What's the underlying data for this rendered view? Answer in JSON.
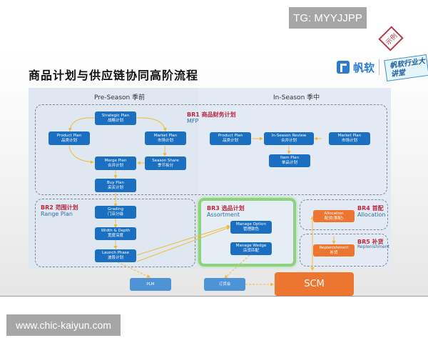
{
  "watermarks": {
    "top": "TG: MYYJJPP",
    "bottom": "www.chic-kaiyun.com"
  },
  "slide": {
    "title": "商品计划与供应链协同高阶流程",
    "logo": {
      "brand": "帆软",
      "lecture_badge": "帆软行业大讲堂",
      "stamp": "示例"
    }
  },
  "seasons": {
    "pre": "Pre-Season 季前",
    "in": "In-Season 季中"
  },
  "regions": {
    "br1": {
      "title": "BR1 商品财务计划",
      "sub": "MFP"
    },
    "br2": {
      "title": "BR2 范围计划",
      "sub": "Range Plan"
    },
    "br3": {
      "title": "BR3 选品计划",
      "sub": "Assortment"
    },
    "br4": {
      "title": "BR4 首配",
      "sub": "Allocation"
    },
    "br5": {
      "title": "BR5 补货",
      "sub": "Replenishment"
    }
  },
  "nodes": {
    "strategic_plan": {
      "en": "Strategic Plan",
      "zh": "战略计划"
    },
    "product_plan_pre": {
      "en": "Product Plan",
      "zh": "品类计划"
    },
    "market_plan_pre": {
      "en": "Market Plan",
      "zh": "市场计划"
    },
    "merge_plan": {
      "en": "Merge Plan",
      "zh": "合并计划"
    },
    "season_share": {
      "en": "Season Share",
      "zh": "季节拆分"
    },
    "buy_plan": {
      "en": "Buy Plan",
      "zh": "采买计划"
    },
    "product_plan_in": {
      "en": "Product Plan",
      "zh": "品类计划"
    },
    "inseason_review": {
      "en": "In-Season Review",
      "zh": "合并计划"
    },
    "market_plan_in": {
      "en": "Market Plan",
      "zh": "市场计划"
    },
    "item_plan": {
      "en": "Item Plan",
      "zh": "单品计划"
    },
    "grading": {
      "en": "Grading",
      "zh": "门店分级"
    },
    "width_depth": {
      "en": "Width & Depth",
      "zh": "宽度深度"
    },
    "launch_phase": {
      "en": "Launch Phase",
      "zh": "波段计划"
    },
    "manage_option": {
      "en": "Manage Option",
      "zh": "管理款色"
    },
    "manage_wedge": {
      "en": "Manage Wedge",
      "zh": "店货匹配"
    },
    "allocation": {
      "en": "Allocation",
      "zh": "配货(首配)"
    },
    "replenishment": {
      "en": "Replenishment",
      "zh": "补货"
    },
    "plm": {
      "en": "PLM"
    },
    "order_fair": {
      "zh": "订货会"
    },
    "scm": {
      "en": "SCM"
    }
  },
  "colors": {
    "node_blue": "#1b6fc0",
    "node_light_blue": "#4d93d6",
    "node_orange": "#ec7630",
    "arrow": "#f0bd3c",
    "br_title_red": "#b7283f",
    "br_sub_blue": "#2e6f9e",
    "assortment_green": "#8ed27d"
  }
}
